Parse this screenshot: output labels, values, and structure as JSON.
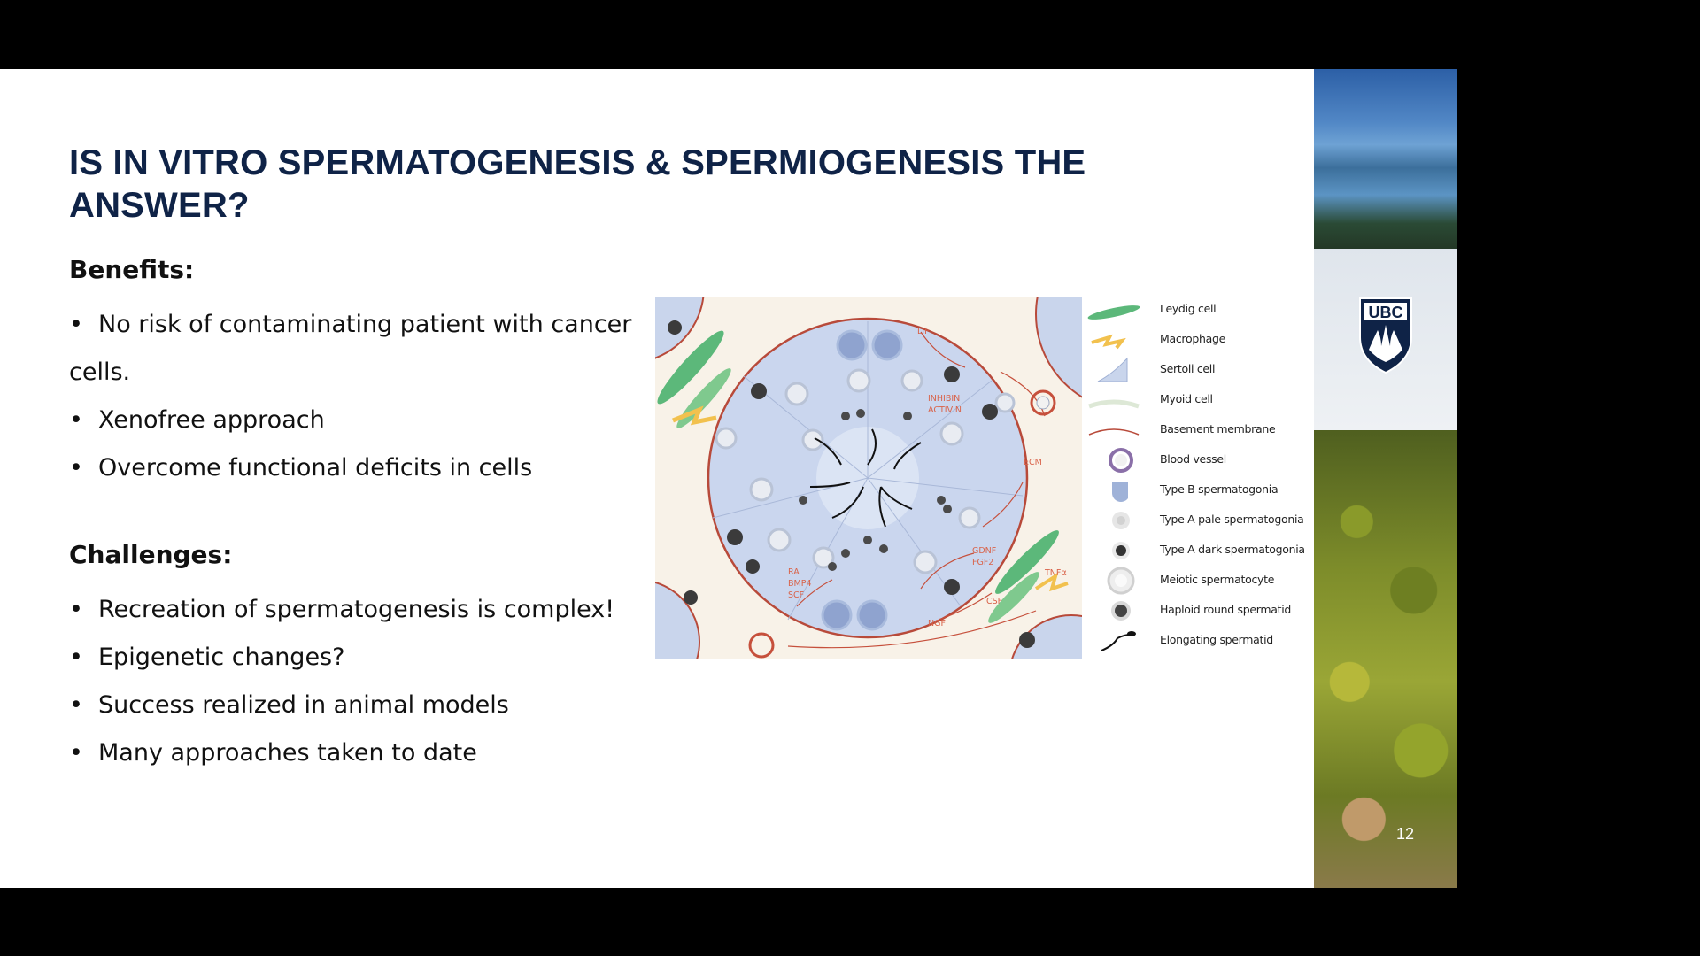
{
  "slide": {
    "title_line1": "IS IN VITRO SPERMATOGENESIS & SPERMIOGENESIS THE",
    "title_line2": "ANSWER?",
    "benefits": {
      "heading": "Benefits:",
      "items": [
        "No risk of contaminating patient with cancer",
        "cells.",
        "Xenofree approach",
        "Overcome functional deficits in cells"
      ]
    },
    "challenges": {
      "heading": "Challenges:",
      "items": [
        "Recreation of spermatogenesis is complex!",
        "Epigenetic changes?",
        "Success realized in animal models",
        "Many approaches taken to date"
      ]
    },
    "bullet_glyph": "•",
    "page_number": "12"
  },
  "figure": {
    "labels": {
      "lif": "LIF",
      "inhibin": "INHIBIN",
      "activin": "ACTIVIN",
      "ecm": "ECM",
      "gdnf": "GDNF",
      "fgf2": "FGF2",
      "tnfa": "TNFα",
      "csf": "CSF",
      "ngf": "NGF",
      "ra": "RA",
      "bmp4": "BMP4",
      "scf": "SCF"
    },
    "legend": [
      {
        "label": "Leydig cell",
        "icon": "leydig-cell-icon"
      },
      {
        "label": "Macrophage",
        "icon": "macrophage-icon"
      },
      {
        "label": "Sertoli cell",
        "icon": "sertoli-cell-icon"
      },
      {
        "label": "Myoid cell",
        "icon": "myoid-cell-icon"
      },
      {
        "label": "Basement membrane",
        "icon": "basement-membrane-icon"
      },
      {
        "label": "Blood vessel",
        "icon": "blood-vessel-icon"
      },
      {
        "label": "Type B spermatogonia",
        "icon": "type-b-spermatogonia-icon"
      },
      {
        "label": "Type A pale spermatogonia",
        "icon": "type-a-pale-icon"
      },
      {
        "label": "Type A dark spermatogonia",
        "icon": "type-a-dark-icon"
      },
      {
        "label": "Meiotic spermatocyte",
        "icon": "meiotic-spermatocyte-icon"
      },
      {
        "label": "Haploid round spermatid",
        "icon": "haploid-round-spermatid-icon"
      },
      {
        "label": "Elongating spermatid",
        "icon": "elongating-spermatid-icon"
      }
    ]
  },
  "logo": {
    "text": "UBC",
    "icon": "ubc-crest-icon"
  },
  "colors": {
    "title": "#0f2347",
    "signal_text": "#d9634a",
    "tubule": "#c7d3ec",
    "leydig": "#5cb87a",
    "macrophage": "#f2c14e"
  }
}
